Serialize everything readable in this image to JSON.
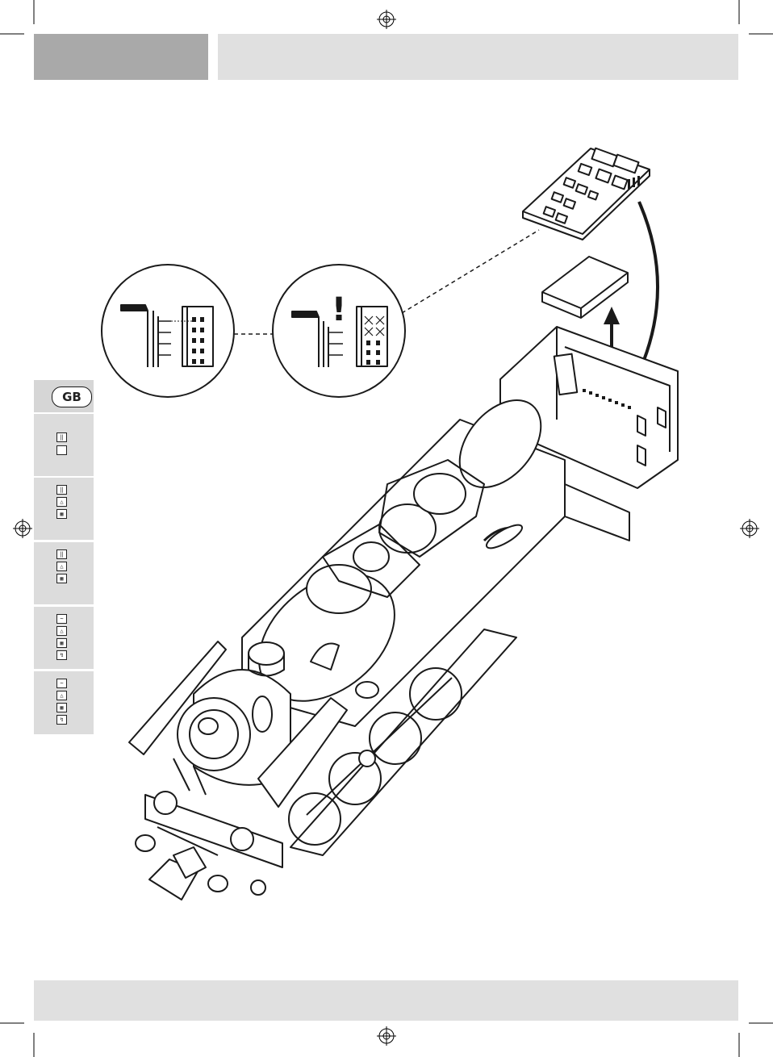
{
  "page": {
    "language_tab": "GB",
    "header_left_text": "",
    "header_right_text": "",
    "footer_text": ""
  },
  "sidebar": {
    "sections": [
      {
        "id": "gb",
        "label": "GB"
      },
      {
        "id": "mode-1",
        "icons": [
          "two-rail-icon",
          "blank-icon"
        ]
      },
      {
        "id": "mode-2",
        "icons": [
          "two-rail-icon",
          "sound-icon",
          "decoder-icon"
        ]
      },
      {
        "id": "mode-3",
        "icons": [
          "two-rail-icon",
          "sound-icon",
          "decoder-icon"
        ]
      },
      {
        "id": "mode-4",
        "icons": [
          "three-rail-icon",
          "sound-icon",
          "decoder-icon",
          "function-icon"
        ]
      },
      {
        "id": "mode-5",
        "icons": [
          "three-rail-icon",
          "sound-icon",
          "decoder-icon",
          "function-icon"
        ]
      }
    ]
  },
  "illustration": {
    "warning_mark": "!",
    "subject": "steam-locomotive-decoder-install",
    "colors": {
      "line": "#1a1a1a",
      "fill": "#ffffff",
      "header_dark": "#a9a9a9",
      "header_light": "#e0e0e0"
    }
  }
}
